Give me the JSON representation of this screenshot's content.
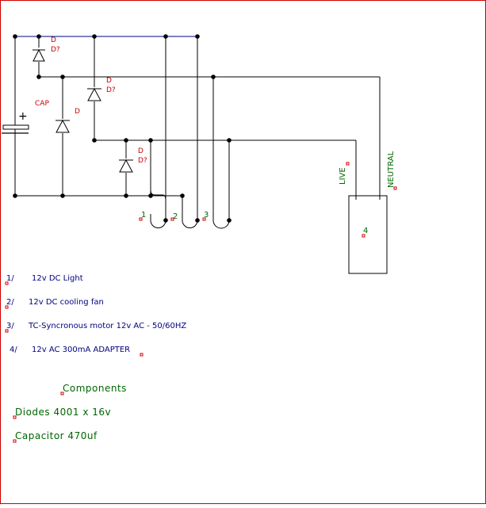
{
  "colors": {
    "wire": "#000000",
    "bus": "#000080",
    "component_label": "#cc0000",
    "note_text": "#006600",
    "border": "#cc0000"
  },
  "capacitor": {
    "label": "CAP",
    "polarity": "+"
  },
  "diodes": [
    {
      "name": "D",
      "ref": "D?"
    },
    {
      "name": "D",
      "ref": "D?"
    },
    {
      "name": "D",
      "ref": ""
    },
    {
      "name": "D",
      "ref": "D?"
    }
  ],
  "loads": [
    {
      "pin": "1"
    },
    {
      "pin": "2"
    },
    {
      "pin": "3"
    }
  ],
  "adapter": {
    "pin": "4",
    "live_label": "LIVE",
    "neutral_label": "NEUTRAL"
  },
  "legend": [
    {
      "num": "1/",
      "text": "12v DC Light"
    },
    {
      "num": "2/",
      "text": "12v DC cooling fan"
    },
    {
      "num": "3/",
      "text": "TC-Syncronous motor 12v AC - 50/60HZ"
    },
    {
      "num": "4/",
      "text": "12v AC  300mA  ADAPTER"
    }
  ],
  "components": {
    "heading": "Components",
    "items": [
      "Diodes 4001 x 16v",
      "Capacitor  470uf"
    ]
  }
}
